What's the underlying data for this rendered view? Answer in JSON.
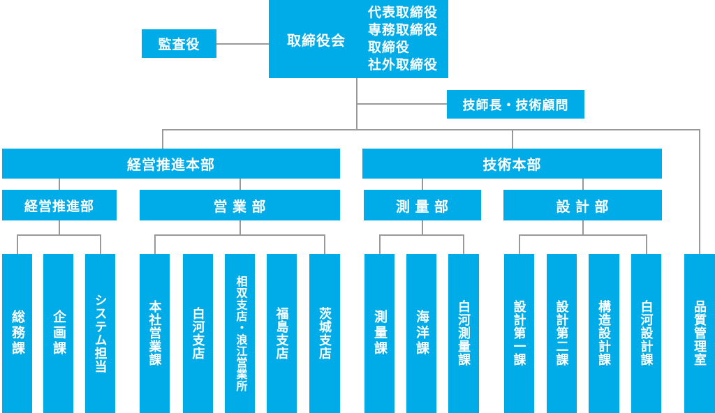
{
  "colors": {
    "accent": "#00ACE8",
    "connector": "#999999",
    "text_on_accent": "#FFFFFF"
  },
  "top": {
    "auditor": "監査役",
    "board": "取締役会",
    "board_roles": [
      "代表取締役",
      "専務取締役",
      "取締役",
      "社外取締役"
    ],
    "advisor": "技師長・技術顧問"
  },
  "headquarters": [
    {
      "label": "経営推進本部"
    },
    {
      "label": "技術本部"
    }
  ],
  "departments": [
    {
      "label": "経営推進部"
    },
    {
      "label": "営 業 部"
    },
    {
      "label": "測 量 部"
    },
    {
      "label": "設 計 部"
    }
  ],
  "sections": [
    {
      "label": "総務課"
    },
    {
      "label": "企画課"
    },
    {
      "label": "システム担当"
    },
    {
      "label": "本社営業課"
    },
    {
      "label": "白河支店"
    },
    {
      "label": "相双支店・浪江営業所"
    },
    {
      "label": "福島支店"
    },
    {
      "label": "茨城支店"
    },
    {
      "label": "測量課"
    },
    {
      "label": "海洋課"
    },
    {
      "label": "白河測量課"
    },
    {
      "label": "設計第一課"
    },
    {
      "label": "設計第二課"
    },
    {
      "label": "構造設計課"
    },
    {
      "label": "白河設計課"
    }
  ],
  "quality_office": {
    "label": "品質管理室"
  }
}
